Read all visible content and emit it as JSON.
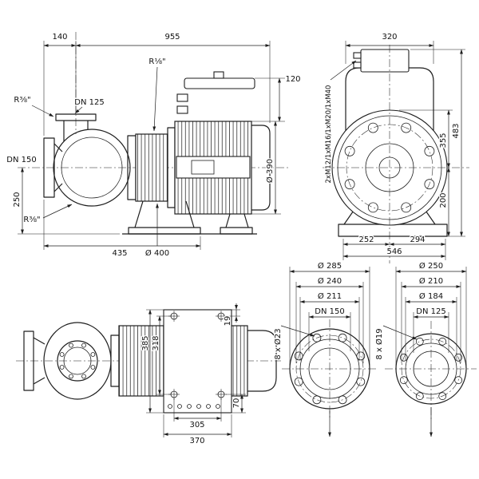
{
  "drawing": {
    "side_view": {
      "dim_140": "140",
      "dim_955": "955",
      "dim_box_height": "120",
      "dim_motor_dia": "Ø 390",
      "dim_suction_height": "250",
      "dim_foot": "435",
      "dim_lantern_dia": "Ø 400",
      "port_gauge": "R⅜\"",
      "port_vent": "R⅛\"",
      "port_drain": "R⅜\"",
      "discharge_flange": "DN 125",
      "suction_flange": "DN 150"
    },
    "front_view": {
      "dim_width": "320",
      "dim_total_height": "483",
      "dim_upper_height": "355",
      "dim_axis_height": "200",
      "dim_foot_left": "252",
      "dim_foot_right": "294",
      "dim_foot_total": "546",
      "cable_glands": "2xM12/1xM16/1xM20/1xM40"
    },
    "top_view": {
      "dim_hole_edge_top": "19",
      "dim_plate_length": "385",
      "dim_hole_spacing_length": "318",
      "dim_hole_edge_bottom": "70",
      "dim_hole_spacing_width": "305",
      "dim_plate_width": "370"
    },
    "flange_dn150": {
      "dim_outer": "Ø 285",
      "dim_bolt_circle": "Ø 240",
      "dim_raised_face": "Ø 211",
      "label": "DN 150",
      "bolt_holes": "8 x Ø23"
    },
    "flange_dn125": {
      "dim_outer": "Ø 250",
      "dim_bolt_circle": "Ø 210",
      "dim_raised_face": "Ø 184",
      "label": "DN 125",
      "bolt_holes": "8 x Ø19"
    }
  }
}
